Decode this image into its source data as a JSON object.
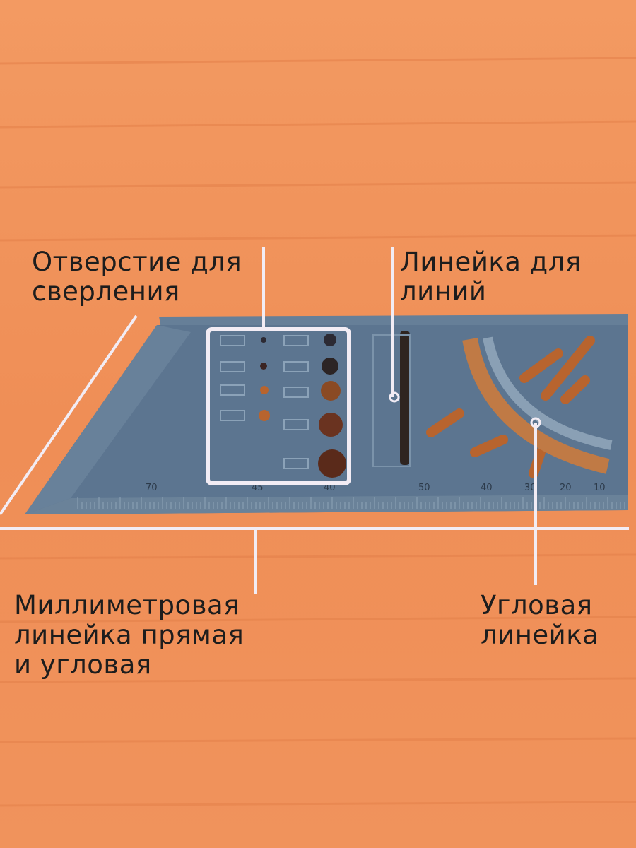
{
  "annotations": {
    "drill_holes": "Отверстие для сверления",
    "drill_holes_lines": [
      "Отверстие для",
      "сверления"
    ],
    "line_ruler_lines": [
      "Линейка для",
      "линий"
    ],
    "mm_ruler_lines": [
      "Миллиметровая",
      "линейка прямая",
      "и угловая"
    ],
    "angle_ruler_lines": [
      "Угловая",
      "линейка"
    ]
  },
  "ruler_numbers": [
    "70",
    "45",
    "40",
    "50",
    "40",
    "30",
    "20",
    "10"
  ],
  "colors": {
    "wood": "#f0915a",
    "wood_dark": "#e07a44",
    "tool": "#5c7590",
    "tool_dark": "#4a627b",
    "label_text": "#1d1d1d",
    "callout_line": "#f2ecf4"
  }
}
